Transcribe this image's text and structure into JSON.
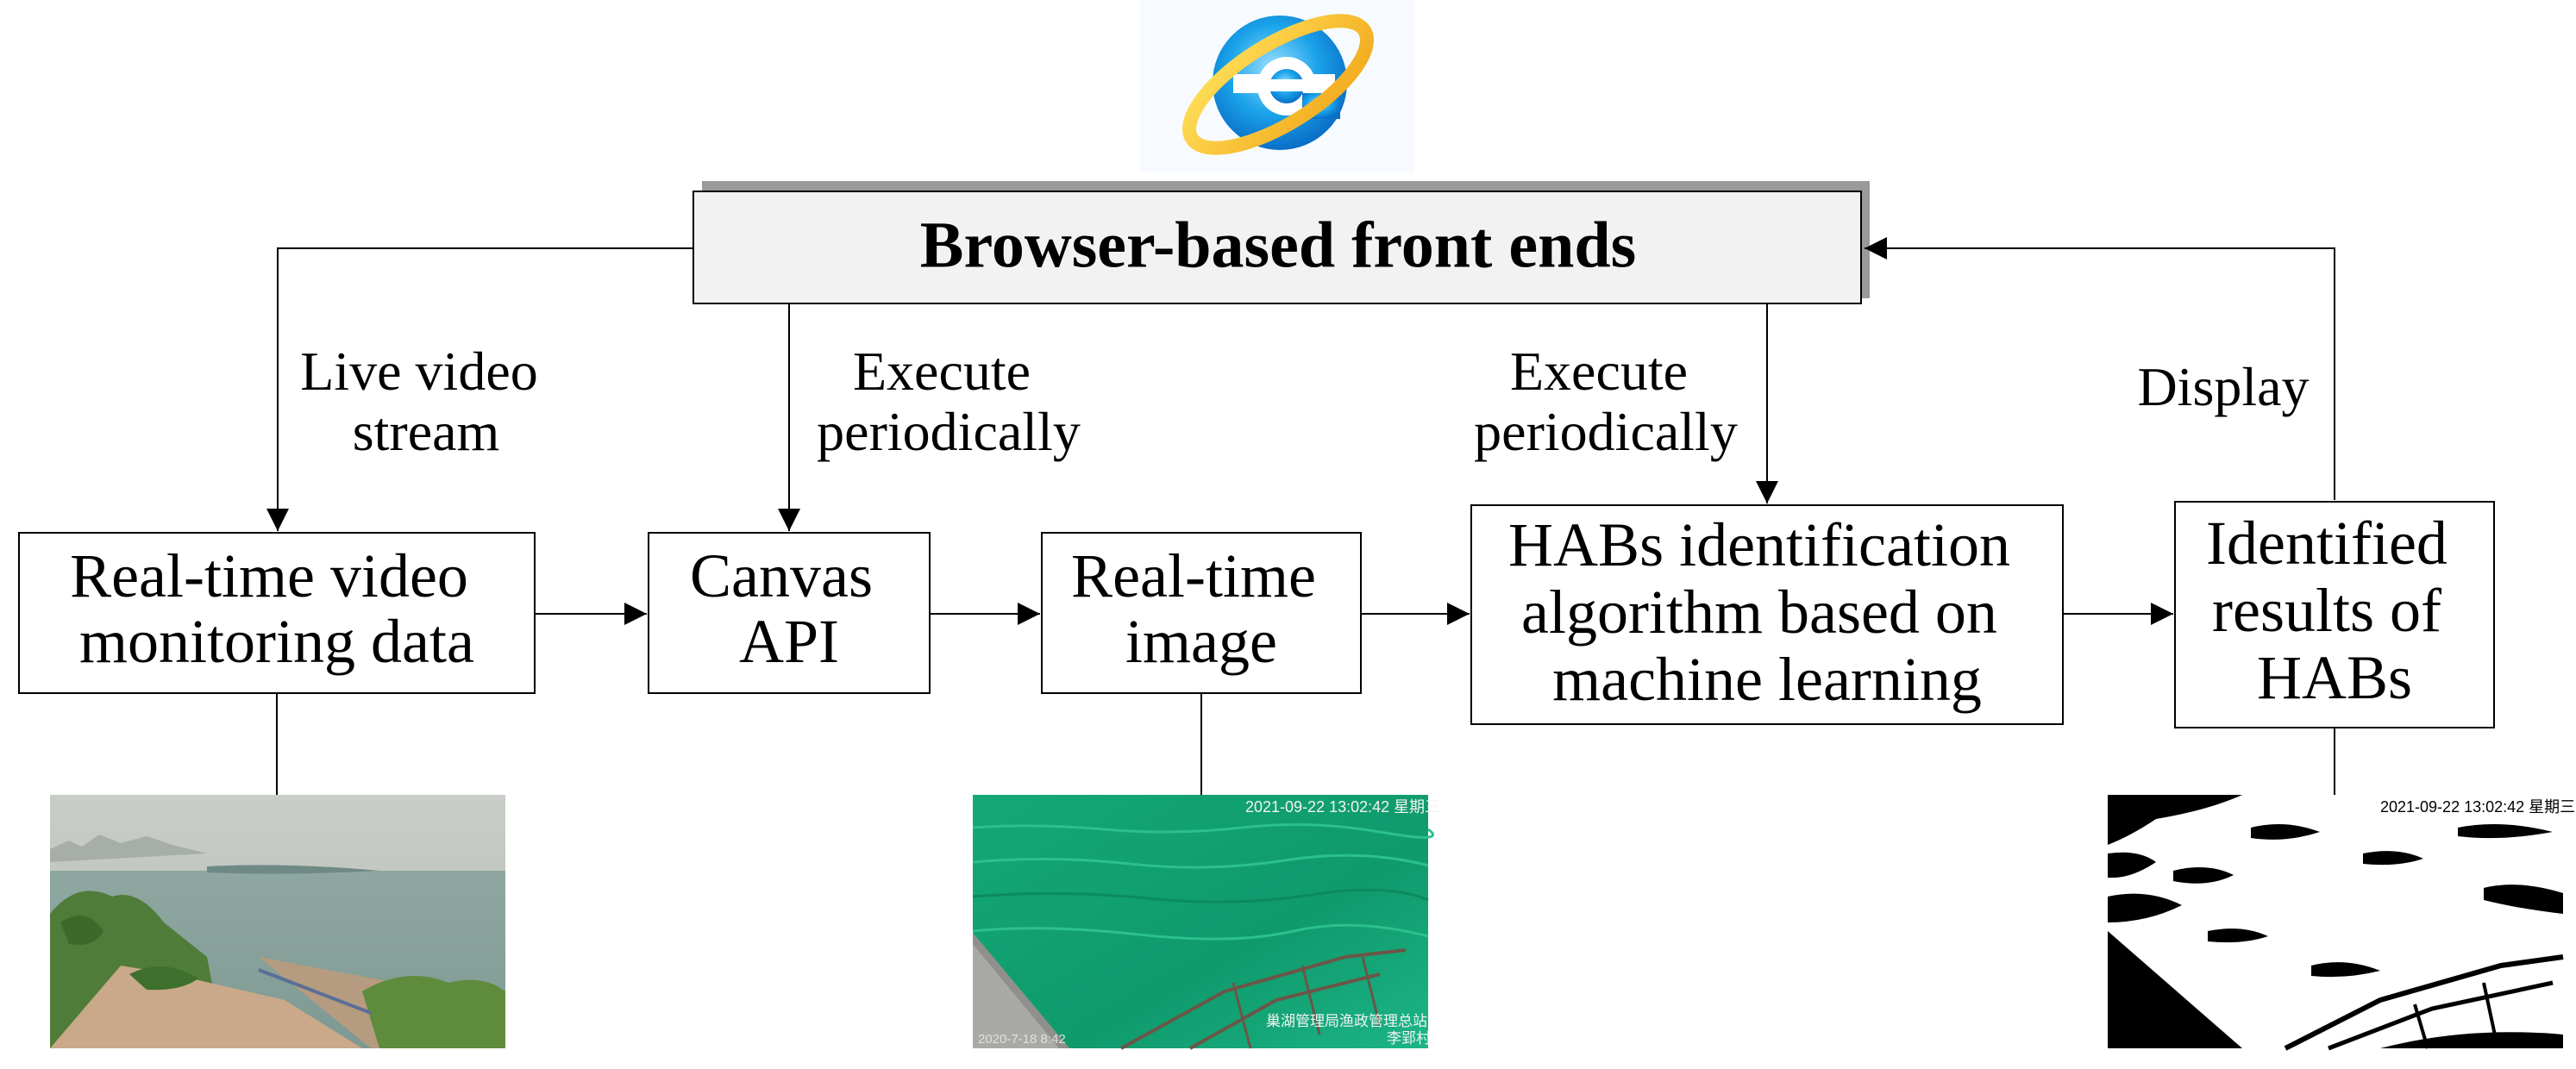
{
  "diagram": {
    "top_node": {
      "label": "Browser-based front ends"
    },
    "nodes": {
      "video_monitoring": {
        "lines": [
          "Real-time video",
          "monitoring data"
        ]
      },
      "canvas_api": {
        "lines": [
          "Canvas",
          "API"
        ]
      },
      "realtime_image": {
        "lines": [
          "Real-time",
          "image"
        ]
      },
      "habs_algorithm": {
        "lines": [
          "HABs identification",
          "algorithm based on",
          "machine learning"
        ]
      },
      "identified_results": {
        "lines": [
          "Identified",
          "results of",
          "HABs"
        ]
      }
    },
    "edge_labels": {
      "live_video": [
        "Live video",
        "stream"
      ],
      "execute_1": [
        "Execute",
        "periodically"
      ],
      "execute_2": [
        "Execute",
        "periodically"
      ],
      "display": [
        "Display"
      ]
    },
    "photos": {
      "lake_camera": {
        "icon": "lake-shore-photo"
      },
      "water_frame": {
        "icon": "green-water-photo",
        "timestamp": "2021-09-22 13:02:42 星期三",
        "caption_1": "巢湖管理局渔政管理总站",
        "caption_2": "李郢村",
        "corner": "2020-7-18 8:42"
      },
      "binary_result": {
        "icon": "binary-segmentation-photo",
        "timestamp": "2021-09-22 13:02:42 星期三"
      }
    },
    "browser_icon": "internet-explorer-icon"
  }
}
